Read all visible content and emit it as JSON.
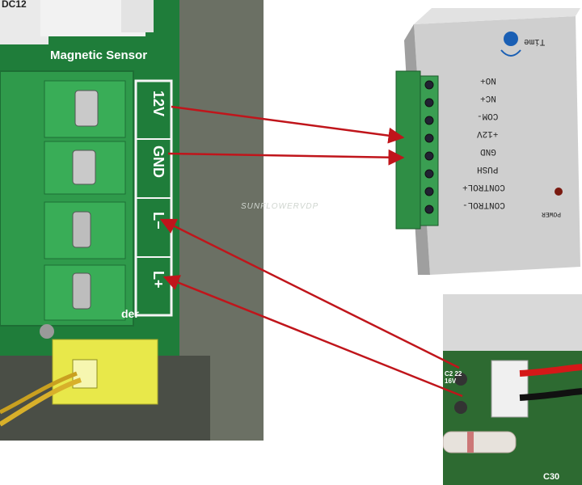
{
  "pcb": {
    "header_text": "Magnetic Sensor",
    "top_text": "DC12",
    "bottom_text": "der",
    "terminals": [
      "12V",
      "GND",
      "L−",
      "L+"
    ]
  },
  "power_supply": {
    "time_label": "Time",
    "power_label": "POWER",
    "terminals": [
      "NO+",
      "NC+",
      "COM-",
      "+12V",
      "GND",
      "PUSH",
      "CONTROL+",
      "CONTROL-"
    ]
  },
  "board": {
    "capacitor_text": "C2 22 16V",
    "ref_label": "C30"
  },
  "watermark": "SUNFLOWERVDP",
  "colors": {
    "arrow": "#c0151b",
    "terminal_green": "#2e8b44",
    "pcb_green": "#1f7d3a"
  }
}
